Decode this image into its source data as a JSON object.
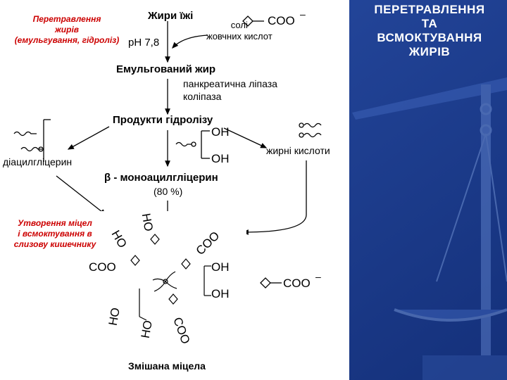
{
  "slide": {
    "title": "ПЕРЕТРАВЛЕННЯ\nТА\nВСМОКТУВАННЯ\nЖИРІВ",
    "colors": {
      "background": "#1c3c8f",
      "note_red": "#cc0000",
      "panel": "#ffffff"
    }
  },
  "diagram": {
    "note_digestion": "Перетравлення\nжирів\n(емульгування, гідроліз)",
    "dietary_fats": "Жири їжі",
    "bile_salts": "солі\nжовчних кислот",
    "ph": "pH 7,8",
    "coo_minus": "COO",
    "minus_sign": "–",
    "emulsified_fat": "Емульгований жир",
    "enzymes": "панкреатична ліпаза\nколіпаза",
    "hydrolysis_products": "Продукти гідролізу",
    "oh": "OH",
    "diacylglycerol": "діацилгліцерин",
    "fatty_acids": "жирні кислоти",
    "monoacylglycerol": "β - моноацилгліцерин",
    "percent": "(80 %)",
    "note_micelles": "Утворення міцел\nі всмоктування в\nслизову кишечнику",
    "mixed_micelle": "Змішана міцела",
    "micelle_labels": {
      "ho": "HO",
      "coo": "COO"
    }
  }
}
